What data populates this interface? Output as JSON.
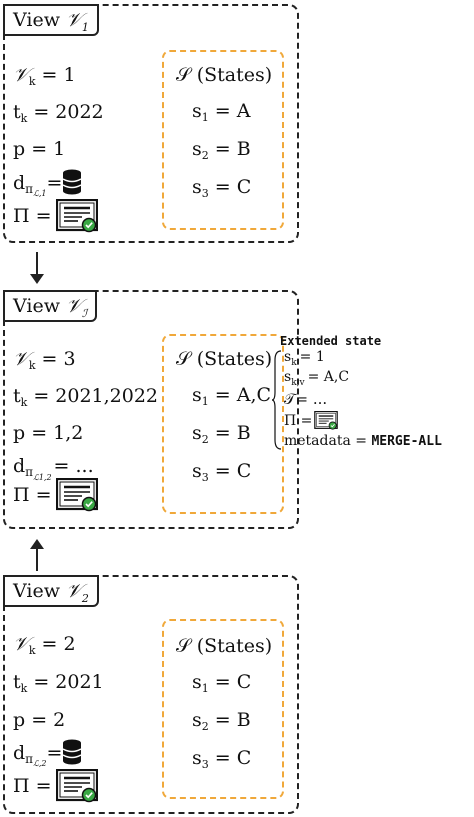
{
  "views": [
    {
      "tab_word": "View",
      "tab_symbol": "𝒱",
      "tab_sub": "1",
      "v_label": "𝒱",
      "v_sub": "k",
      "v_value": "= 1",
      "t_label": "t",
      "t_sub": "k",
      "t_value": "= 2022",
      "p_text": "p = 1",
      "d_label": "d",
      "d_sub": "π",
      "d_subsub": "ℒ,1",
      "d_eq": "=",
      "pi_text": "Π =",
      "states_title": "𝒮 (States)",
      "states": [
        {
          "name": "s",
          "sub": "1",
          "value": "= A"
        },
        {
          "name": "s",
          "sub": "2",
          "value": "= B"
        },
        {
          "name": "s",
          "sub": "3",
          "value": "= C"
        }
      ]
    },
    {
      "tab_word": "View",
      "tab_symbol": "𝒱",
      "tab_sub": "ℐ",
      "v_label": "𝒱",
      "v_sub": "k",
      "v_value": "= 3",
      "t_label": "t",
      "t_sub": "k",
      "t_value": "= 2021,2022",
      "p_text": "p = 1,2",
      "d_label": "d",
      "d_sub": "π",
      "d_subsub": "ℒ1,2",
      "d_eq": "= ...",
      "pi_text": "Π =",
      "states_title": "𝒮 (States)",
      "states": [
        {
          "name": "s",
          "sub": "1",
          "value": "= A,C"
        },
        {
          "name": "s",
          "sub": "2",
          "value": "= B"
        },
        {
          "name": "s",
          "sub": "3",
          "value": "= C"
        }
      ]
    },
    {
      "tab_word": "View",
      "tab_symbol": "𝒱",
      "tab_sub": "2",
      "v_label": "𝒱",
      "v_sub": "k",
      "v_value": "= 2",
      "t_label": "t",
      "t_sub": "k",
      "t_value": "= 2021",
      "p_text": "p = 2",
      "d_label": "d",
      "d_sub": "π",
      "d_subsub": "ℒ,2",
      "d_eq": "=",
      "pi_text": "Π =",
      "states_title": "𝒮 (States)",
      "states": [
        {
          "name": "s",
          "sub": "1",
          "value": "= C"
        },
        {
          "name": "s",
          "sub": "2",
          "value": "= B"
        },
        {
          "name": "s",
          "sub": "3",
          "value": "= C"
        }
      ]
    }
  ],
  "extended_state": {
    "title": "Extended state",
    "sk": {
      "name": "s",
      "sub": "k",
      "value": "= 1"
    },
    "skv": {
      "name": "s",
      "sub": "k,v",
      "value": "= A,C"
    },
    "tau": "𝒯= ...",
    "pi": "Π =",
    "metadata_label": "metadata =",
    "metadata_value": "MERGE-ALL"
  },
  "colors": {
    "border": "#222222",
    "states_border": "#f0a83a",
    "check": "#3aa845"
  },
  "icons": [
    "database-icon",
    "certificate-icon",
    "brace-icon",
    "arrow-down-icon",
    "arrow-up-icon"
  ]
}
